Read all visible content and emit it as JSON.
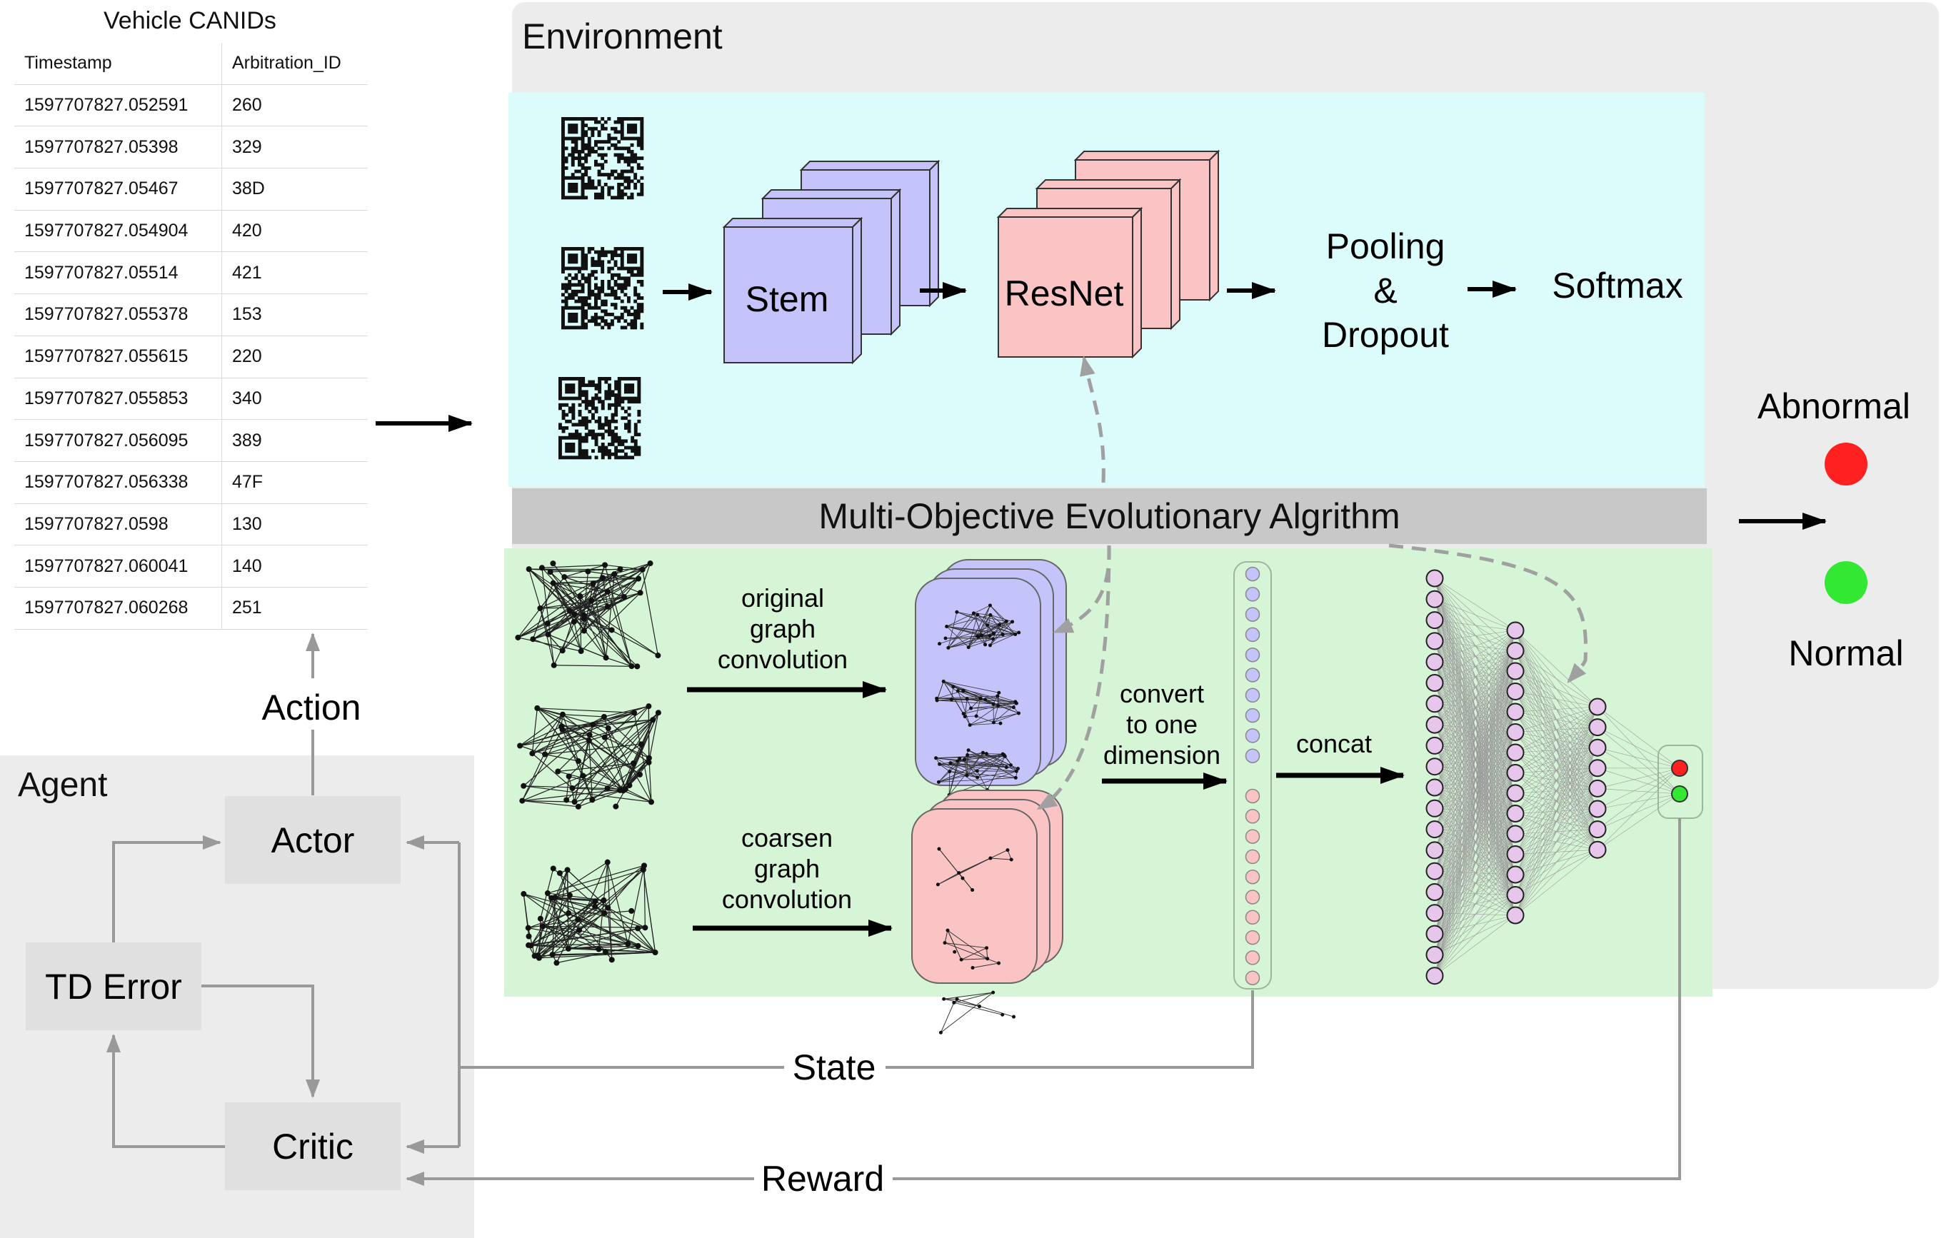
{
  "table": {
    "title": "Vehicle CANIDs",
    "columns": [
      "Timestamp",
      "Arbitration_ID"
    ],
    "rows": [
      [
        "1597707827.052591",
        "260"
      ],
      [
        "1597707827.05398",
        "329"
      ],
      [
        "1597707827.05467",
        "38D"
      ],
      [
        "1597707827.054904",
        "420"
      ],
      [
        "1597707827.05514",
        "421"
      ],
      [
        "1597707827.055378",
        "153"
      ],
      [
        "1597707827.055615",
        "220"
      ],
      [
        "1597707827.055853",
        "340"
      ],
      [
        "1597707827.056095",
        "389"
      ],
      [
        "1597707827.056338",
        "47F"
      ],
      [
        "1597707827.0598",
        "130"
      ],
      [
        "1597707827.060041",
        "140"
      ],
      [
        "1597707827.060268",
        "251"
      ]
    ]
  },
  "environment": {
    "title": "Environment",
    "cnn": {
      "stem": "Stem",
      "resnet": "ResNet",
      "pooling": [
        "Pooling",
        "&",
        "Dropout"
      ],
      "softmax": "Softmax"
    },
    "moea": "Multi-Objective Evolutionary Algrithm",
    "gcn": {
      "original": [
        "original",
        "graph",
        "convolution"
      ],
      "coarsen": [
        "coarsen",
        "graph",
        "convolution"
      ],
      "convert": [
        "convert",
        "to one",
        "dimension"
      ],
      "concat": "concat"
    }
  },
  "outputs": {
    "abnormal": "Abnormal",
    "normal": "Normal"
  },
  "agent": {
    "title": "Agent",
    "actor": "Actor",
    "critic": "Critic",
    "td_error": "TD Error"
  },
  "flows": {
    "action": "Action",
    "state": "State",
    "reward": "Reward"
  },
  "colors": {
    "environment_bg": "#ececec",
    "cnn_bg": "#dcfbfb",
    "gcn_bg": "#d6f5d6",
    "moea_bar": "#c8c8c8",
    "agent_bg": "#ececec",
    "stem": "#c4c4fb",
    "resnet": "#fbc4c4",
    "abnormal": "#ff2020",
    "normal": "#33e833"
  },
  "icons": [
    "qr-code-icon",
    "graph-network-icon",
    "neuron-icon",
    "arrow-icon"
  ]
}
